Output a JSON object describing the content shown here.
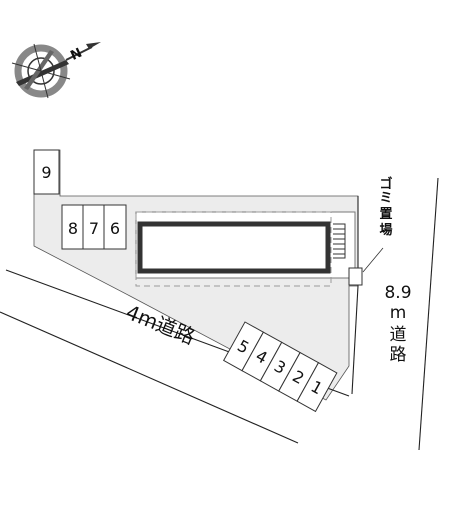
{
  "compass": {
    "north_letter": "N",
    "icon": "compass-rose-icon"
  },
  "roads": {
    "road_4m": "4m道路",
    "road_89m": {
      "width": "8.9",
      "unit": "m",
      "char1": "道",
      "char2": "路"
    }
  },
  "garbage": {
    "chars": [
      "ゴ",
      "ミ",
      "置",
      "場"
    ]
  },
  "parking": {
    "top_row": [
      "8",
      "7",
      "6"
    ],
    "single": "9",
    "bottom_row": [
      "5",
      "4",
      "3",
      "2",
      "1"
    ]
  },
  "colors": {
    "lot": "#ececec",
    "ink": "#111111",
    "building_frame": "#333333",
    "dashed": "#9a9a9a"
  }
}
